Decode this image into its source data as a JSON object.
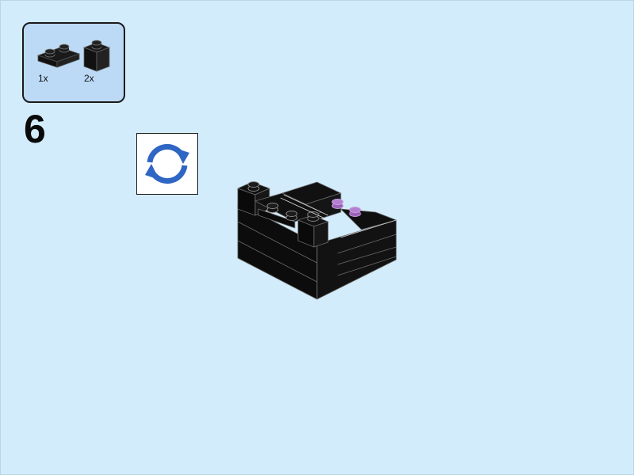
{
  "step": {
    "number": "6"
  },
  "parts_list": [
    {
      "icon": "plate-1x2-icon",
      "color": "#1a1a1a",
      "quantity": "1x"
    },
    {
      "icon": "brick-1x1-icon",
      "color": "#1a1a1a",
      "quantity": "2x"
    }
  ],
  "rotate_indicator": {
    "icon": "rotate-model-icon",
    "color": "#2f66c4"
  },
  "model": {
    "icon": "assembled-model-icon",
    "main_color": "#0d0d0d",
    "accent_color": "#b57fd1"
  },
  "colors": {
    "background": "#d3ecfb",
    "panel": "#bcdaf5"
  }
}
